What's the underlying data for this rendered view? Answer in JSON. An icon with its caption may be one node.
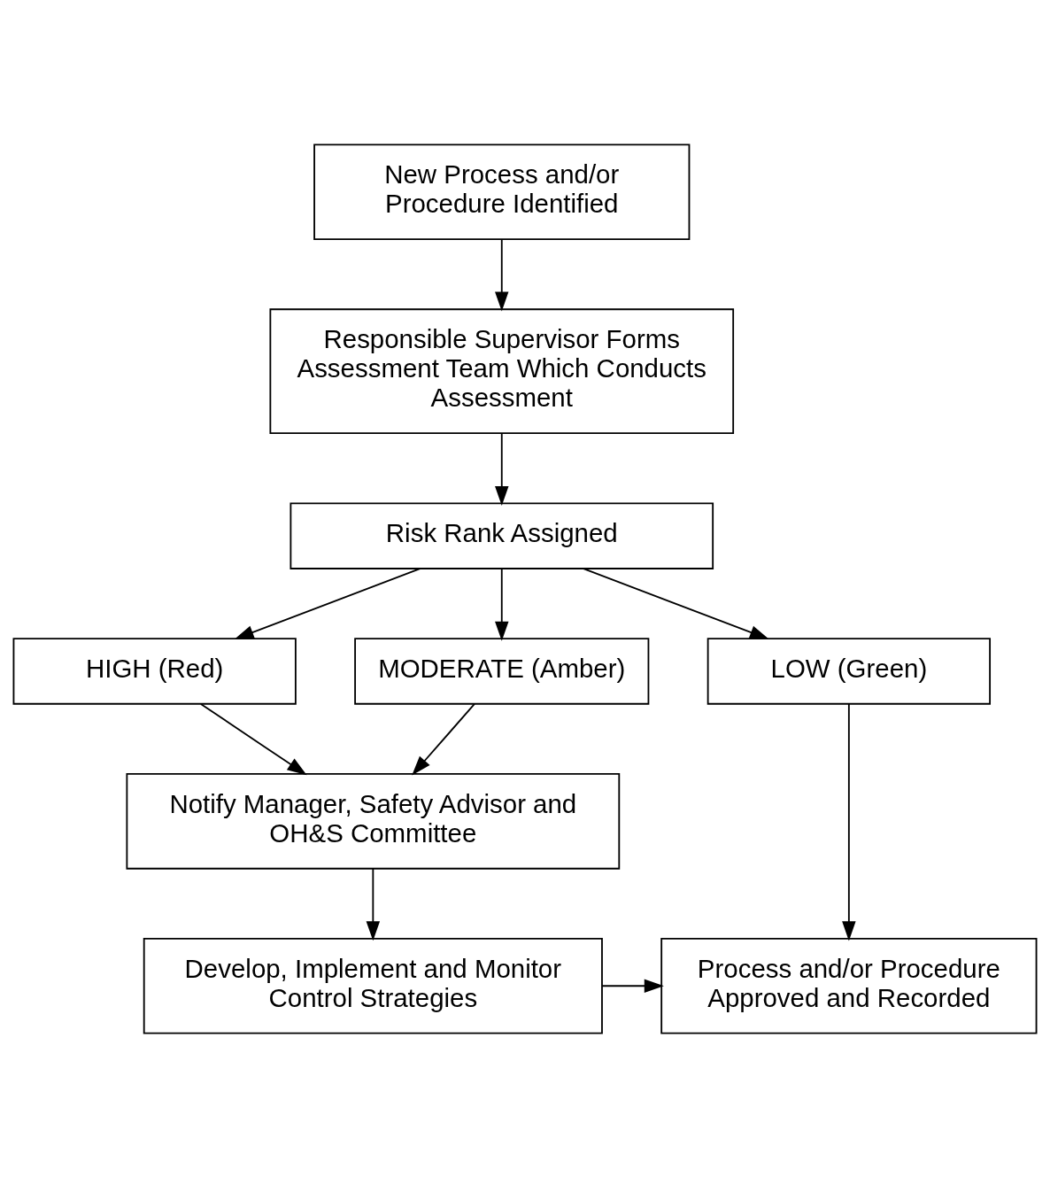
{
  "diagram": {
    "nodes": [
      {
        "text": [
          "New Process and/or Procedure Identified"
        ]
      },
      {
        "text": [
          "Responsible Supervisor Forms Assessment Team Which Conducts Assessment"
        ]
      },
      {
        "text": [
          "Risk Rank Assigned"
        ]
      },
      {
        "text": [
          "HIGH (Red)"
        ]
      },
      {
        "text": [
          "MODERATE (Amber)"
        ]
      },
      {
        "text": [
          "LOW (Green)"
        ]
      },
      {
        "text": [
          "Notify Manager, Safety Advisor and OH&S Committee"
        ]
      },
      {
        "text": [
          "Develop, Implement and Monitor Control Strategies"
        ]
      },
      {
        "text": [
          "Process and/or Procedure Approved and Recorded"
        ]
      }
    ],
    "edges": [
      {
        "from": 0,
        "to": 1,
        "arrow": "to"
      },
      {
        "from": 1,
        "to": 2,
        "arrow": "to"
      },
      {
        "from": 2,
        "to": 3,
        "arrow": "to"
      },
      {
        "from": 2,
        "to": 4,
        "arrow": "to"
      },
      {
        "from": 2,
        "to": 5,
        "arrow": "to"
      },
      {
        "from": 3,
        "to": 6,
        "arrow": "to"
      },
      {
        "from": 4,
        "to": 6,
        "arrow": "to"
      },
      {
        "from": 5,
        "to": 8,
        "arrow": "to"
      },
      {
        "from": 6,
        "to": 7,
        "arrow": "to"
      },
      {
        "from": 7,
        "to": 8,
        "arrow": "to"
      }
    ]
  }
}
